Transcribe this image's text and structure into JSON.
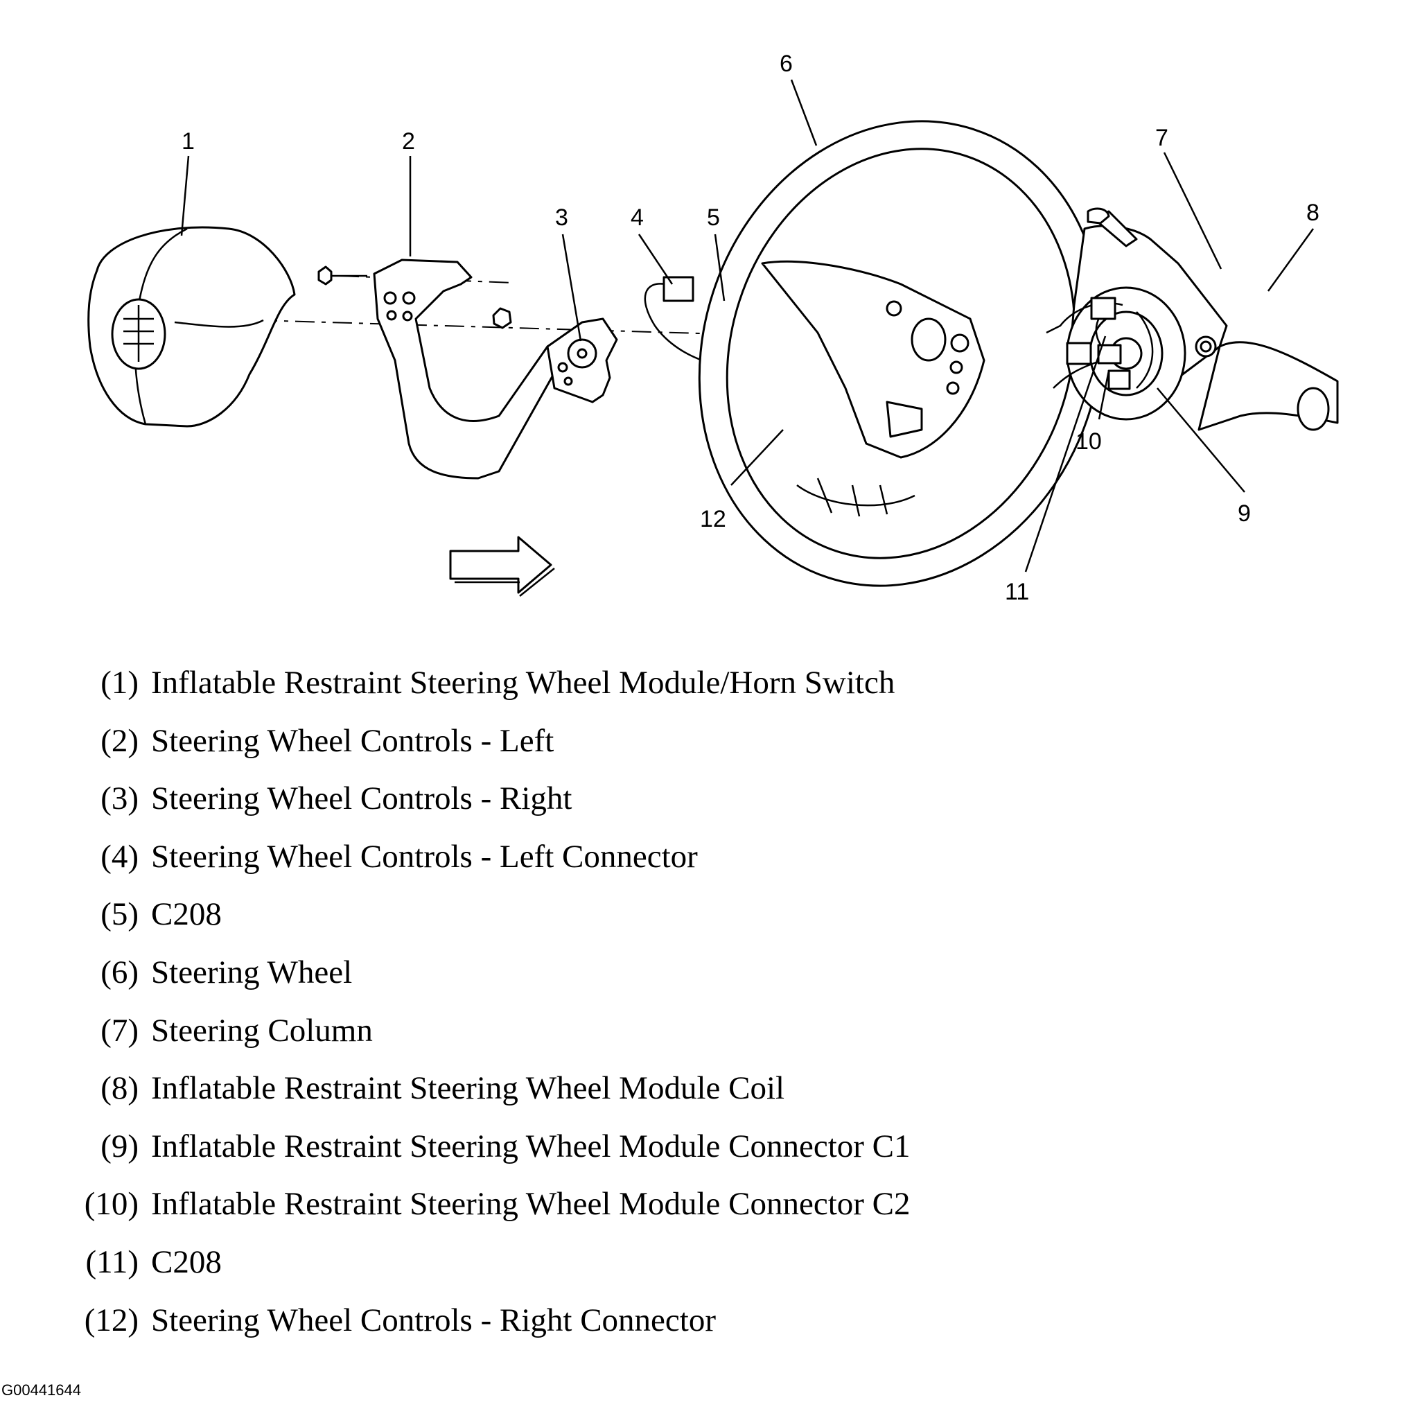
{
  "callouts": [
    "1",
    "2",
    "3",
    "4",
    "5",
    "6",
    "7",
    "8",
    "9",
    "10",
    "11",
    "12"
  ],
  "legend": [
    {
      "num": "(1)",
      "text": "Inflatable Restraint Steering Wheel Module/Horn Switch"
    },
    {
      "num": "(2)",
      "text": "Steering Wheel Controls - Left"
    },
    {
      "num": "(3)",
      "text": "Steering Wheel Controls - Right"
    },
    {
      "num": "(4)",
      "text": "Steering Wheel Controls - Left Connector"
    },
    {
      "num": "(5)",
      "text": "C208"
    },
    {
      "num": "(6)",
      "text": "Steering Wheel"
    },
    {
      "num": "(7)",
      "text": "Steering Column"
    },
    {
      "num": "(8)",
      "text": "Inflatable Restraint Steering Wheel Module Coil"
    },
    {
      "num": "(9)",
      "text": "Inflatable Restraint Steering Wheel Module Connector C1"
    },
    {
      "num": "(10)",
      "text": "Inflatable Restraint Steering Wheel Module Connector C2"
    },
    {
      "num": "(11)",
      "text": "C208"
    },
    {
      "num": "(12)",
      "text": "Steering Wheel Controls - Right Connector"
    }
  ],
  "figure_id": "G00441644"
}
